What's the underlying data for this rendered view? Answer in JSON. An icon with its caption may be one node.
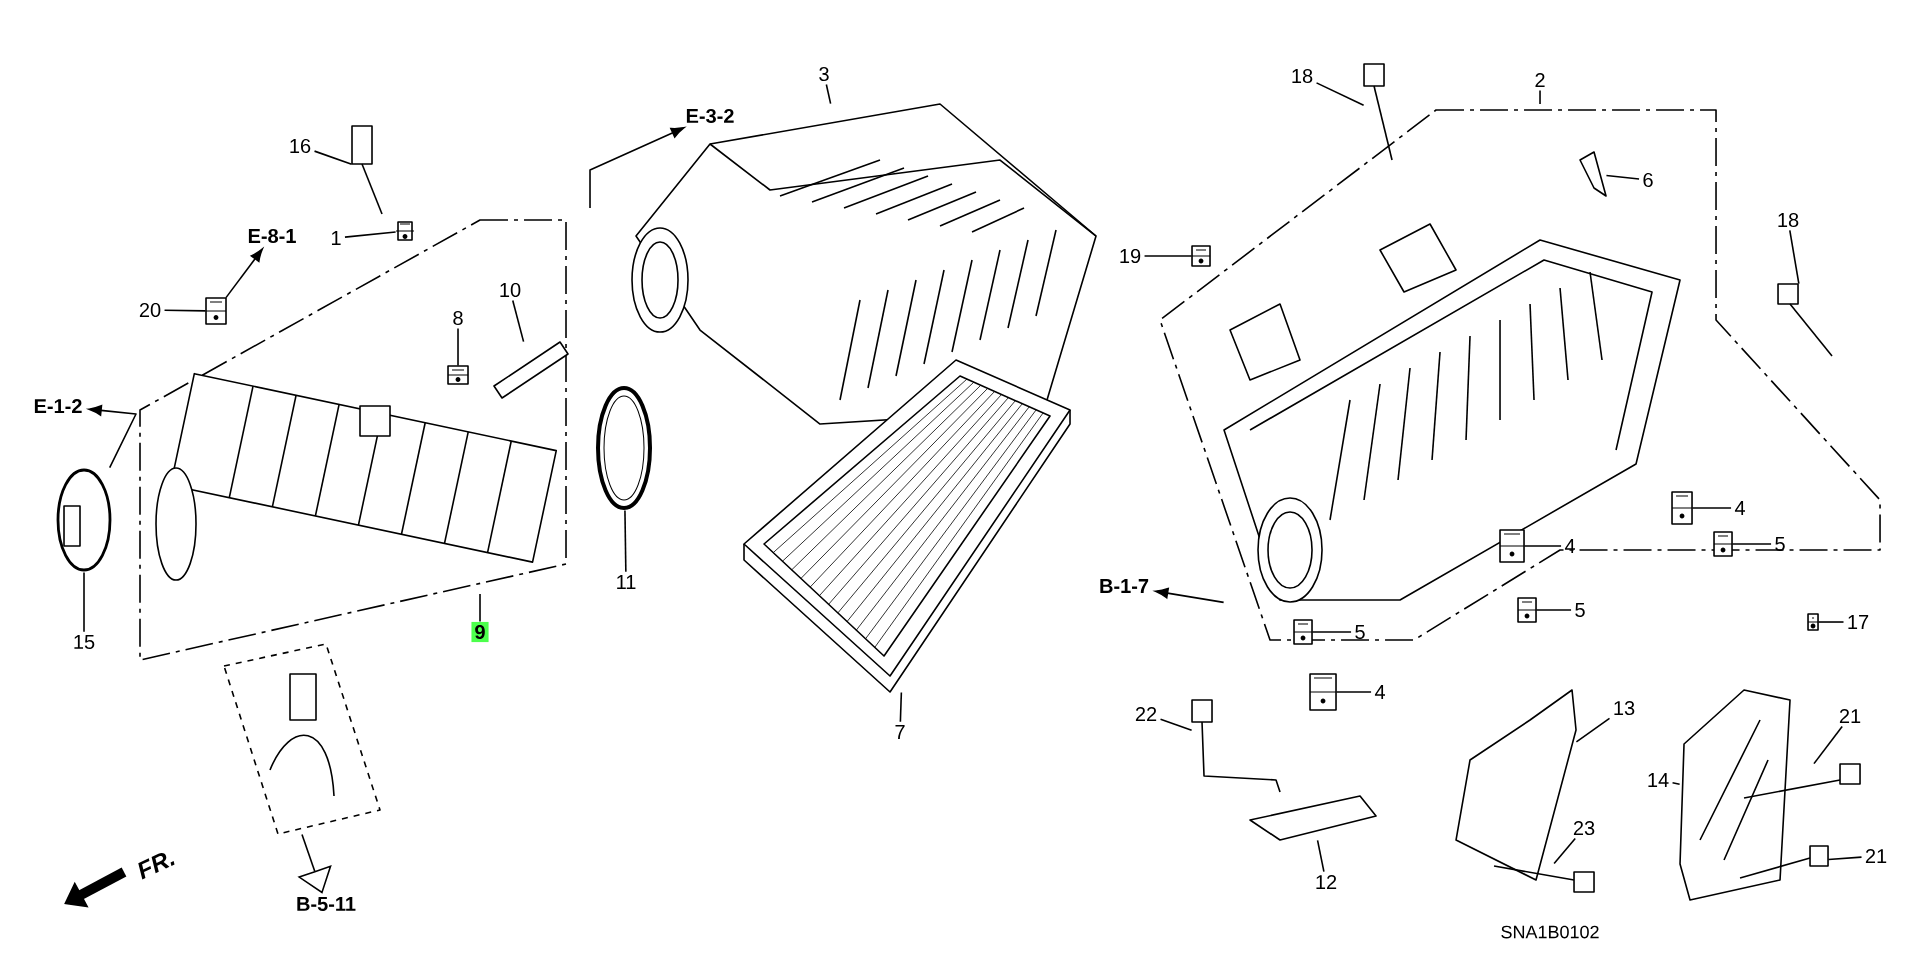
{
  "diagram": {
    "nodes": [
      {
        "text": [
          "3"
        ]
      },
      {
        "text": [
          "2"
        ]
      },
      {
        "text": [
          "18"
        ]
      },
      {
        "text": [
          "16"
        ]
      },
      {
        "text": [
          "E-3-2"
        ]
      },
      {
        "text": [
          "6"
        ]
      },
      {
        "text": [
          "E-8-1"
        ]
      },
      {
        "text": [
          "1"
        ]
      },
      {
        "text": [
          "18"
        ]
      },
      {
        "text": [
          "19"
        ]
      },
      {
        "text": [
          "10"
        ]
      },
      {
        "text": [
          "8"
        ]
      },
      {
        "text": [
          "20"
        ]
      },
      {
        "text": [
          "E-1-2"
        ]
      },
      {
        "text": [
          "4"
        ]
      },
      {
        "text": [
          "4"
        ]
      },
      {
        "text": [
          "5"
        ]
      },
      {
        "text": [
          "B-1-7"
        ]
      },
      {
        "text": [
          "11"
        ]
      },
      {
        "text": [
          "15"
        ]
      },
      {
        "text": [
          "9"
        ]
      },
      {
        "text": [
          "5"
        ]
      },
      {
        "text": [
          "5"
        ]
      },
      {
        "text": [
          "17"
        ]
      },
      {
        "text": [
          "4"
        ]
      },
      {
        "text": [
          "13"
        ]
      },
      {
        "text": [
          "7"
        ]
      },
      {
        "text": [
          "22"
        ]
      },
      {
        "text": [
          "21"
        ]
      },
      {
        "text": [
          "14"
        ]
      },
      {
        "text": [
          "23"
        ]
      },
      {
        "text": [
          "21"
        ]
      },
      {
        "text": [
          "12"
        ]
      },
      {
        "text": [
          "B-5-11"
        ]
      },
      {
        "text": [],
        "shape": "picture"
      },
      {
        "text": [],
        "shape": "picture"
      },
      {
        "text": [],
        "shape": "picture"
      },
      {
        "text": [],
        "shape": "picture"
      },
      {
        "text": [],
        "shape": "picture"
      },
      {
        "text": [],
        "shape": "picture"
      },
      {
        "text": [],
        "shape": "picture"
      },
      {
        "text": [],
        "shape": "picture"
      },
      {
        "text": [],
        "shape": "picture"
      },
      {
        "text": [],
        "shape": "picture"
      },
      {
        "text": [],
        "shape": "picture"
      },
      {
        "text": [],
        "shape": "picture"
      },
      {
        "text": [],
        "shape": "picture"
      },
      {
        "text": [],
        "shape": "picture"
      },
      {
        "text": [],
        "shape": "picture"
      },
      {
        "text": [],
        "shape": "picture"
      },
      {
        "text": [],
        "shape": "picture"
      },
      {
        "text": [],
        "shape": "picture"
      },
      {
        "text": [],
        "shape": "picture"
      },
      {
        "text": [],
        "shape": "picture"
      },
      {
        "text": [],
        "shape": "picture"
      },
      {
        "text": [],
        "shape": "picture"
      },
      {
        "text": [],
        "shape": "picture"
      },
      {
        "text": [],
        "shape": "picture"
      },
      {
        "text": [],
        "shape": "picture"
      },
      {
        "text": [],
        "shape": "picture"
      },
      {
        "text": [],
        "shape": "picture"
      },
      {
        "text": [],
        "shape": "picture"
      },
      {
        "text": [],
        "shape": "picture"
      }
    ],
    "edges": [
      {
        "from": 0,
        "to": 34,
        "arrow": "none"
      },
      {
        "from": 1,
        "to": null,
        "arrow": "none"
      },
      {
        "from": 2,
        "to": 45,
        "arrow": "none"
      },
      {
        "from": 3,
        "to": 39,
        "arrow": "none"
      },
      {
        "from": null,
        "to": 4,
        "arrow": "to"
      },
      {
        "from": 5,
        "to": 48,
        "arrow": "none"
      },
      {
        "from": 41,
        "to": 6,
        "arrow": "to"
      },
      {
        "from": 7,
        "to": 40,
        "arrow": "none"
      },
      {
        "from": 8,
        "to": 46,
        "arrow": "none"
      },
      {
        "from": 9,
        "to": 47,
        "arrow": "none"
      },
      {
        "from": 10,
        "to": 43,
        "arrow": "none"
      },
      {
        "from": 11,
        "to": 42,
        "arrow": "none"
      },
      {
        "from": 12,
        "to": 41,
        "arrow": "none"
      },
      {
        "from": 38,
        "to": 13,
        "arrow": "to"
      },
      {
        "from": 14,
        "to": 49,
        "arrow": "none"
      },
      {
        "from": 15,
        "to": 51,
        "arrow": "none"
      },
      {
        "from": 16,
        "to": 50,
        "arrow": "none"
      },
      {
        "from": 35,
        "to": 17,
        "arrow": "to"
      },
      {
        "from": 18,
        "to": 37,
        "arrow": "none"
      },
      {
        "from": 19,
        "to": 38,
        "arrow": "none"
      },
      {
        "from": 20,
        "to": null,
        "arrow": "none"
      },
      {
        "from": 21,
        "to": 52,
        "arrow": "none"
      },
      {
        "from": 22,
        "to": 53,
        "arrow": "none"
      },
      {
        "from": 23,
        "to": 54,
        "arrow": "none"
      },
      {
        "from": 24,
        "to": 55,
        "arrow": "none"
      },
      {
        "from": 25,
        "to": 56,
        "arrow": "none"
      },
      {
        "from": 26,
        "to": 36,
        "arrow": "none"
      },
      {
        "from": 27,
        "to": 57,
        "arrow": "none"
      },
      {
        "from": 28,
        "to": 60,
        "arrow": "none"
      },
      {
        "from": 29,
        "to": 59,
        "arrow": "none"
      },
      {
        "from": 30,
        "to": 62,
        "arrow": "none"
      },
      {
        "from": 31,
        "to": 61,
        "arrow": "none"
      },
      {
        "from": 32,
        "to": 58,
        "arrow": "none"
      },
      {
        "from": 44,
        "to": 33,
        "arrow": "to"
      }
    ],
    "labels": [
      "FR.",
      "SNA1B0102"
    ]
  }
}
